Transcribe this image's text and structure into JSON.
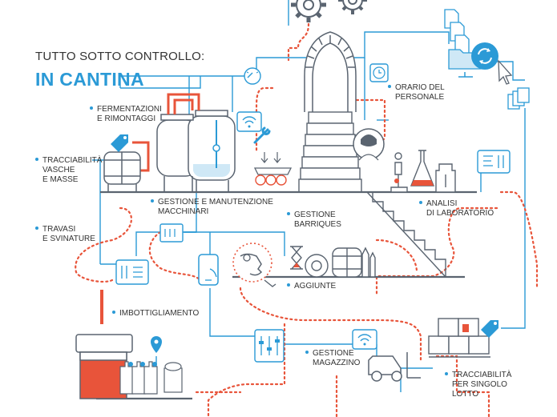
{
  "header": {
    "line1": "TUTTO SOTTO CONTROLLO:",
    "line2": "IN CANTINA"
  },
  "labels": {
    "fermentazioni": "FERMENTAZIONI\nE RIMONTAGGI",
    "tracciabilita_vasche": "TRACCIABILITÀ\nVASCHE\nE MASSE",
    "travasi": "TRAVASI\nE SVINATURE",
    "gestione_macchinari": "GESTIONE E MANUTENZIONE\nMACCHINARI",
    "gestione_barriques": "GESTIONE\nBARRIQUES",
    "aggiunte": "AGGIUNTE",
    "orario": "ORARIO DEL\nPERSONALE",
    "analisi": "ANALISI\nDI LABORATORIO",
    "imbottigliamento": "IMBOTTIGLIAMENTO",
    "gestione_magazzino": "GESTIONE\nMAGAZZINO",
    "tracciabilita_lotto": "TRACCIABILITÀ\nPER SINGOLO\nLOTTO"
  },
  "colors": {
    "accent_blue": "#2b9ad6",
    "accent_red": "#e8543a",
    "line_gray": "#5a6470",
    "text": "#333333"
  },
  "icons": [
    "gear-icon",
    "documents-icon",
    "folder-sync-icon",
    "cursor-icon",
    "gauge-icon",
    "clock-icon",
    "wifi-icon",
    "wrench-icon",
    "tag-icon",
    "barrel-icon",
    "microscope-icon",
    "flask-icon",
    "smartphone-icon",
    "hourglass-icon",
    "forklift-icon",
    "location-pin-icon",
    "control-panel-icon",
    "bottle-icon"
  ]
}
